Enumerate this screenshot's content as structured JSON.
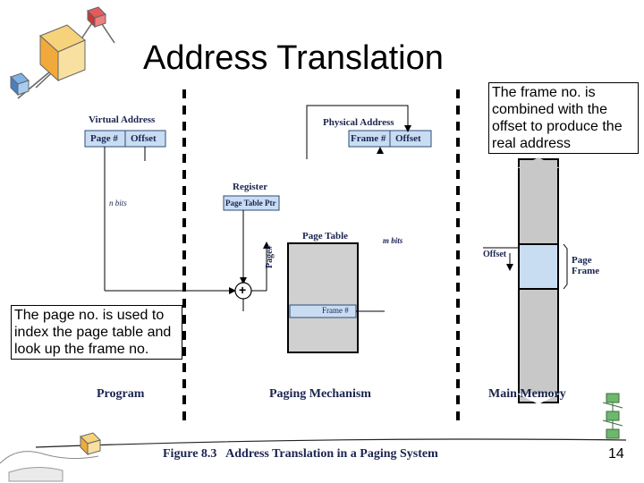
{
  "title": "Address Translation",
  "note_right": "The frame no. is combined with the offset to produce the real address",
  "note_left": "The page no. is used to index the page table and look up the frame no.",
  "diagram": {
    "virtual_address": "Virtual Address",
    "page_num": "Page #",
    "offset": "Offset",
    "n_bits": "n bits",
    "physical_address": "Physical Address",
    "frame_num": "Frame #",
    "register": "Register",
    "page_table_ptr": "Page Table Ptr",
    "page_table": "Page Table",
    "m_bits": "m bits",
    "page_hash": "Page#",
    "frame_entry": "Frame #",
    "plus": "+",
    "mem_offset": "Offset",
    "page_frame": "Page\nFrame",
    "program": "Program",
    "paging_mechanism": "Paging Mechanism",
    "main_memory": "Main Memory",
    "caption": "Figure 8.3   Address Translation in a Paging System"
  },
  "page_number": "14"
}
